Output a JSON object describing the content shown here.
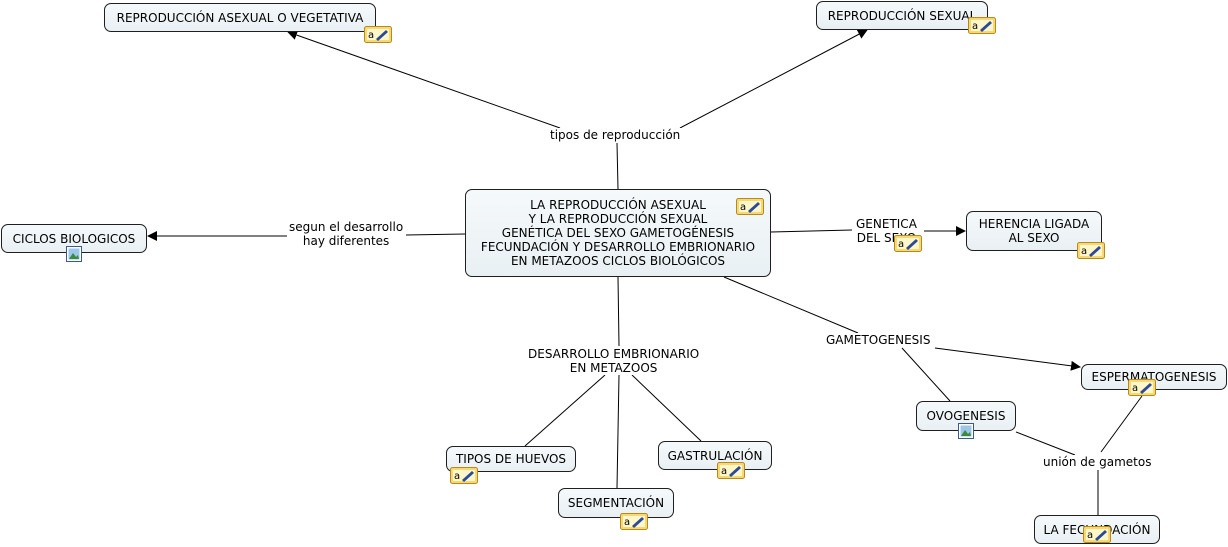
{
  "concepts": {
    "main": "LA REPRODUCCIÓN ASEXUAL\nY LA REPRODUCCIÓN SEXUAL\nGENÉTICA DEL SEXO GAMETOGÉNESIS\nFECUNDACIÓN Y DESARROLLO EMBRIONARIO\nEN METAZOOS CICLOS BIOLÓGICOS",
    "asexual": "REPRODUCCIÓN ASEXUAL O VEGETATIVA",
    "sexual": "REPRODUCCIÓN SEXUAL",
    "ciclos": "CICLOS BIOLOGICOS",
    "herencia": "HERENCIA LIGADA\nAL SEXO",
    "espermatogenesis": "ESPERMATOGENESIS",
    "ovogenesis": "OVOGENESIS",
    "tipos_huevos": "TIPOS DE HUEVOS",
    "gastrulacion": "GASTRULACIÓN",
    "segmentacion": "SEGMENTACIÓN",
    "fecundacion": "LA FECUNDACIÓN"
  },
  "linking_phrases": {
    "tipos": "tipos de reproducción",
    "segun": "segun el desarrollo\nhay diferentes",
    "genetica": "GENETICA\nDEL SEXO",
    "gametogenesis": "GAMETOGENESIS",
    "desarrollo": "DESARROLLO EMBRIONARIO\nEN METAZOOS",
    "union": "unión de gametos"
  },
  "icons": {
    "note": "notes-icon",
    "image": "image-icon"
  },
  "colors": {
    "line": "#000000",
    "node_border": "#1f1f1f",
    "note_yellow": "#f7d873"
  }
}
